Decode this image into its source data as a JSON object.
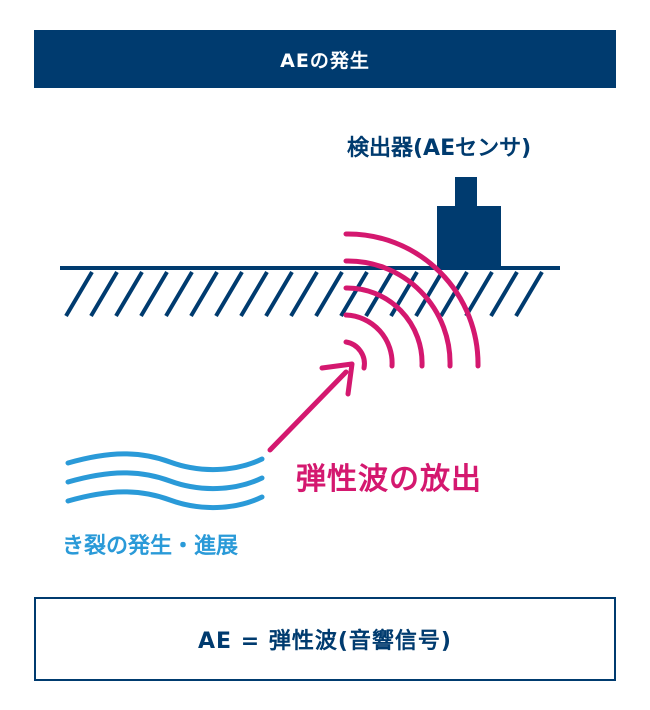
{
  "header": {
    "title": "AEの発生"
  },
  "labels": {
    "sensor": "検出器(AEセンサ)",
    "emission": "弾性波の放出",
    "crack": "き裂の発生・進展"
  },
  "footer": {
    "equation": "AE = 弾性波(音響信号)"
  },
  "colors": {
    "navy": "#003b6f",
    "magenta": "#d4186f",
    "light_blue": "#2a9ad8"
  }
}
